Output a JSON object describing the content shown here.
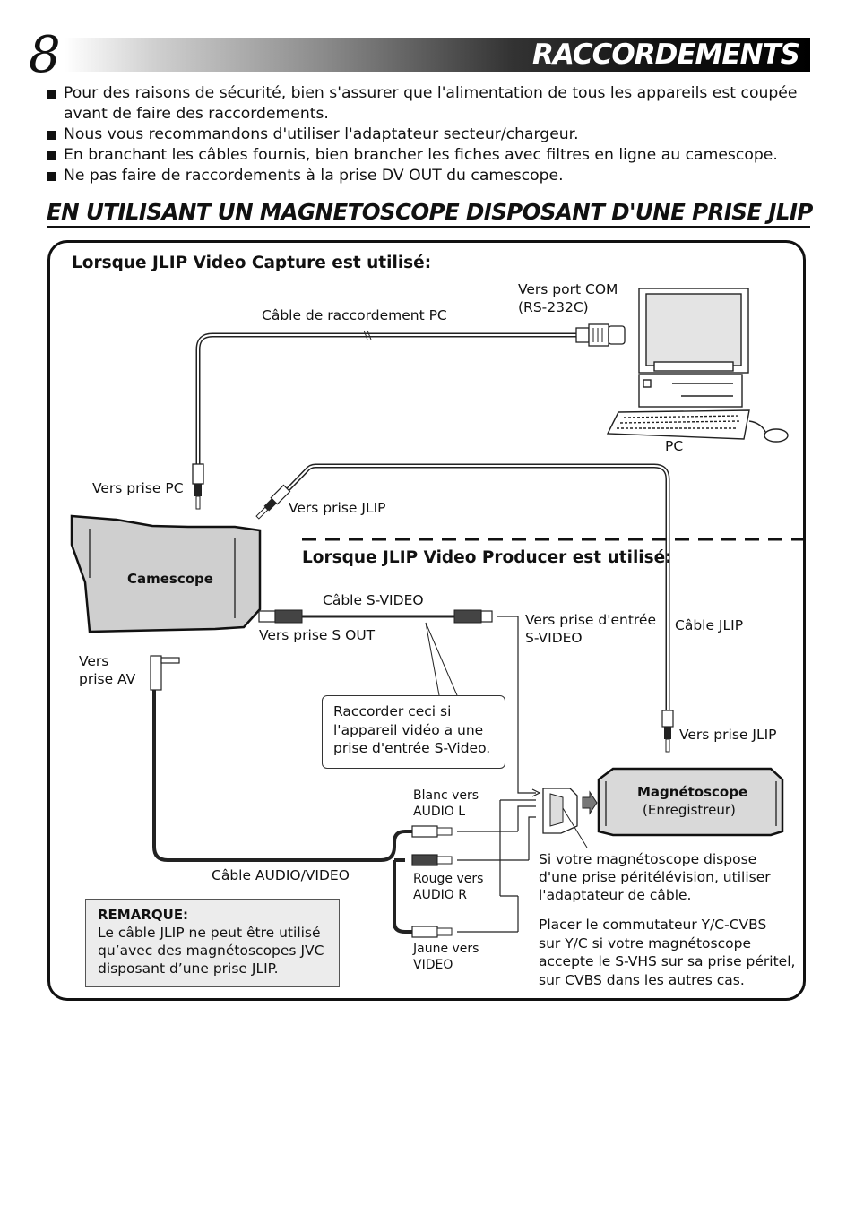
{
  "header": {
    "page_number": "8",
    "title": "RACCORDEMENTS"
  },
  "bullets": [
    "Pour des raisons de sécurité, bien s'assurer que l'alimentation de tous les appareils est coupée avant de faire des raccordements.",
    "Nous vous recommandons d'utiliser l'adaptateur secteur/chargeur.",
    "En branchant les câbles fournis, bien brancher les fiches avec filtres en ligne au camescope.",
    "Ne pas faire de raccordements à la prise DV OUT du camescope."
  ],
  "section_heading": "EN UTILISANT UN MAGNETOSCOPE DISPOSANT D'UNE PRISE JLIP",
  "diagram": {
    "capture_heading": "Lorsque JLIP Video Capture est utilisé:",
    "producer_heading": "Lorsque JLIP Video Producer est utilisé:",
    "label_com_port": "Vers port COM\n(RS-232C)",
    "label_pc_cable": "Câble de raccordement PC",
    "label_pc": "PC",
    "label_to_pc_jack": "Vers prise PC",
    "label_to_jlip_jack_top": "Vers prise JLIP",
    "label_camcorder": "Camescope",
    "label_svideo_cable": "Câble S-VIDEO",
    "label_svideo_out": "Vers prise S OUT",
    "label_svideo_in": "Vers prise d'entrée\nS-VIDEO",
    "label_jlip_cable": "Câble JLIP",
    "label_av_jack": "Vers\nprise AV",
    "callout_svideo": "Raccorder ceci si\nl'appareil vidéo a une\nprise d'entrée S-Video.",
    "label_to_jlip_jack_bottom": "Vers prise JLIP",
    "label_white": "Blanc vers\nAUDIO L",
    "label_red": "Rouge vers\nAUDIO R",
    "label_yellow": "Jaune vers\nVIDEO",
    "label_av_cable": "Câble AUDIO/VIDEO",
    "vcr_title": "Magnétoscope",
    "vcr_subtitle": "(Enregistreur)",
    "scart_note": "Si votre magnétoscope dispose\nd'une prise péritélévision, utiliser\nl'adaptateur de câble.",
    "switch_note": "Placer le commutateur Y/C-CVBS\nsur Y/C si votre magnétoscope\naccepte le S-VHS sur sa prise péritel,\nsur CVBS dans les autres cas."
  },
  "note": {
    "title": "REMARQUE:",
    "text": "Le câble JLIP ne peut être utilisé\nqu’avec des magnétoscopes JVC\ndisposant d’une prise JLIP."
  },
  "colors": {
    "camcorder_fill": "#cfcfcf",
    "vcr_fill": "#d9d9d9",
    "note_fill": "#ececec"
  }
}
